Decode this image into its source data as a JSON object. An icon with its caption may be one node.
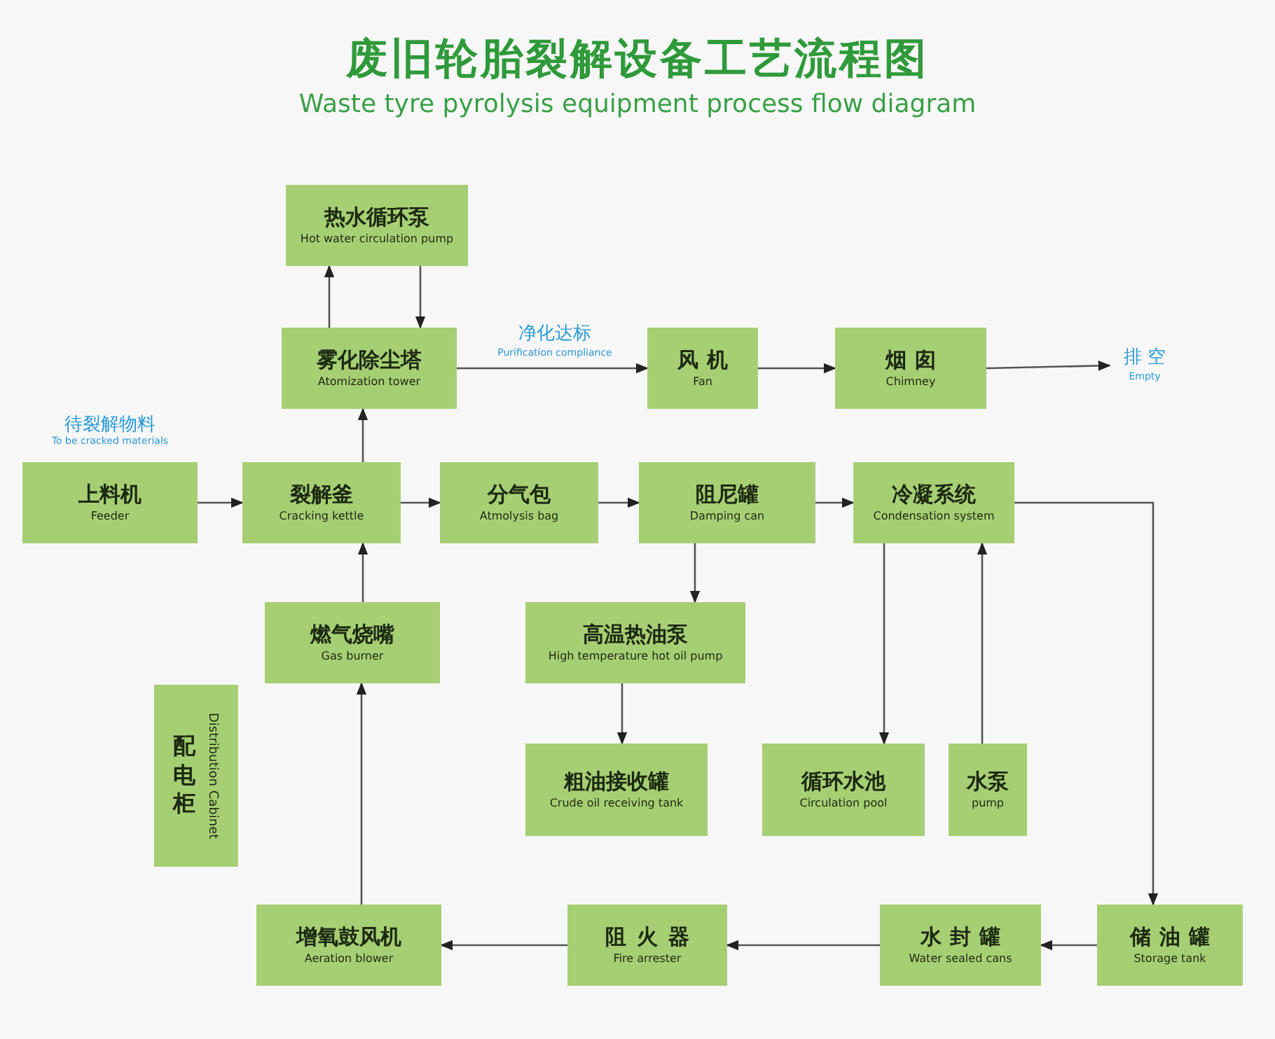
{
  "diagram": {
    "title": "废旧轮胎裂解设备工艺流程图",
    "nodes": [
      {
        "text": [
          "热水循环泵",
          "Hot water circulation pump"
        ]
      },
      {
        "text": [
          "雾化除尘塔",
          "Atomization tower"
        ]
      },
      {
        "text": [
          "风机",
          "Fan"
        ]
      },
      {
        "text": [
          "烟囱",
          "Chimney"
        ]
      },
      {
        "text": [
          "排空",
          "Empty"
        ]
      },
      {
        "text": [
          "上料机",
          "Feeder"
        ],
        "beside": [
          "待裂解物料",
          "To be cracked materials"
        ]
      },
      {
        "text": [
          "裂解釜",
          "Cracking kettle"
        ]
      },
      {
        "text": [
          "分气包",
          "Atmolysis bag"
        ]
      },
      {
        "text": [
          "阻尼罐",
          "Damping can"
        ]
      },
      {
        "text": [
          "冷凝系统",
          "Condensation system"
        ]
      },
      {
        "text": [
          "燃气烧嘴",
          "Gas burner"
        ]
      },
      {
        "text": [
          "高温热油泵",
          "High temperature hot oil pump"
        ]
      },
      {
        "text": [
          "配电柜",
          "Distribution Cabinet"
        ]
      },
      {
        "text": [
          "粗油接收罐",
          "Crude oil receiving tank"
        ]
      },
      {
        "text": [
          "循环水池",
          "Circulation pool"
        ]
      },
      {
        "text": [
          "水泵",
          "pump"
        ]
      },
      {
        "text": [
          "增氧鼓风机",
          "Aeration blower"
        ]
      },
      {
        "text": [
          "阻火器",
          "Fire arrester"
        ]
      },
      {
        "text": [
          "水封罐",
          "Water sealed cans"
        ]
      },
      {
        "text": [
          "储油罐",
          "Storage tank"
        ]
      }
    ],
    "edges": [
      {
        "from": 1,
        "to": 0,
        "arrow": "to"
      },
      {
        "from": 0,
        "to": 1,
        "arrow": "to"
      },
      {
        "from": 1,
        "to": 2,
        "arrow": "to",
        "label": "净化达标"
      },
      {
        "from": 2,
        "to": 3,
        "arrow": "to"
      },
      {
        "from": 3,
        "to": 4,
        "arrow": "to"
      },
      {
        "from": 5,
        "to": 6,
        "arrow": "to"
      },
      {
        "from": 6,
        "to": 7,
        "arrow": "to"
      },
      {
        "from": 7,
        "to": 8,
        "arrow": "to"
      },
      {
        "from": 8,
        "to": 9,
        "arrow": "to"
      },
      {
        "from": 6,
        "to": 1,
        "arrow": "to"
      },
      {
        "from": 10,
        "to": 6,
        "arrow": "to"
      },
      {
        "from": 8,
        "to": 11,
        "arrow": "to"
      },
      {
        "from": 11,
        "to": 13,
        "arrow": "to"
      },
      {
        "from": 9,
        "to": 14,
        "arrow": "to"
      },
      {
        "from": 15,
        "to": 9,
        "arrow": "to"
      },
      {
        "from": 9,
        "to": 19,
        "arrow": "to"
      },
      {
        "from": 19,
        "to": 18,
        "arrow": "to"
      },
      {
        "from": 18,
        "to": 17,
        "arrow": "to"
      },
      {
        "from": 17,
        "to": 16,
        "arrow": "to"
      },
      {
        "from": 16,
        "to": 10,
        "arrow": "to"
      }
    ],
    "labels": [
      "Waste tyre pyrolysis equipment process flow diagram",
      "Purification compliance"
    ]
  }
}
